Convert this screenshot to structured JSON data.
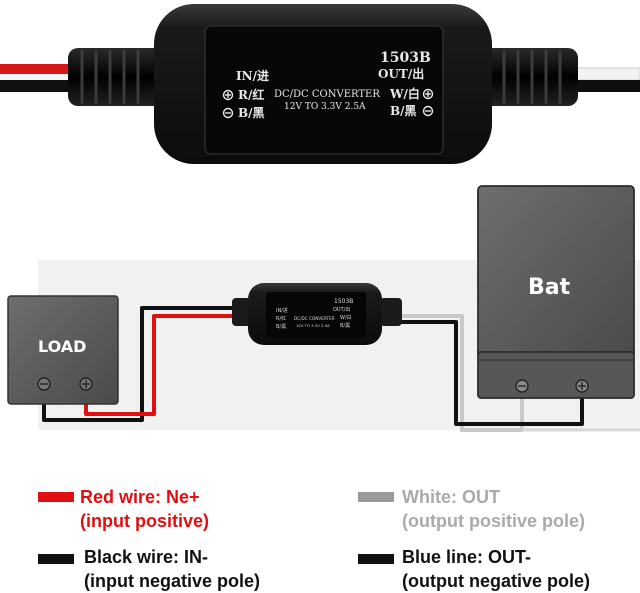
{
  "converter": {
    "model": "1503B",
    "in_label": "IN/进",
    "out_label": "OUT/出",
    "in_pos": "R/红",
    "in_neg": "B/黑",
    "out_pos": "W/白",
    "out_neg": "B/黑",
    "title": "DC/DC CONVERTER",
    "spec": "12V TO 3.3V 2.5A"
  },
  "diagram": {
    "load_label": "LOAD",
    "bat_label": "Bat",
    "small_model": "1503B",
    "small_in": "IN/进",
    "small_out": "OUT/出",
    "small_in_pos": "R/红",
    "small_in_neg": "B/黑",
    "small_out_pos": "W/白",
    "small_out_neg": "B/黑",
    "small_title": "DC/DC CONVERTER",
    "small_spec": "12V TO 3.3V 2.5A"
  },
  "legend": {
    "red_line1": "Red wire: Ne+",
    "red_line2": "(input positive)",
    "black_line1": "Black wire: IN-",
    "black_line2": "(input negative pole)",
    "white_line1": "White: OUT",
    "white_line2": "(output positive pole)",
    "blue_line1": "Blue line: OUT-",
    "blue_line2": "(output negative pole)"
  },
  "colors": {
    "red": "#e01010",
    "black": "#111111",
    "white_gray": "#9a9a9a",
    "label_gray": "#aaaaaa",
    "box_gray": "#5a5a5a",
    "module_black": "#151515"
  }
}
